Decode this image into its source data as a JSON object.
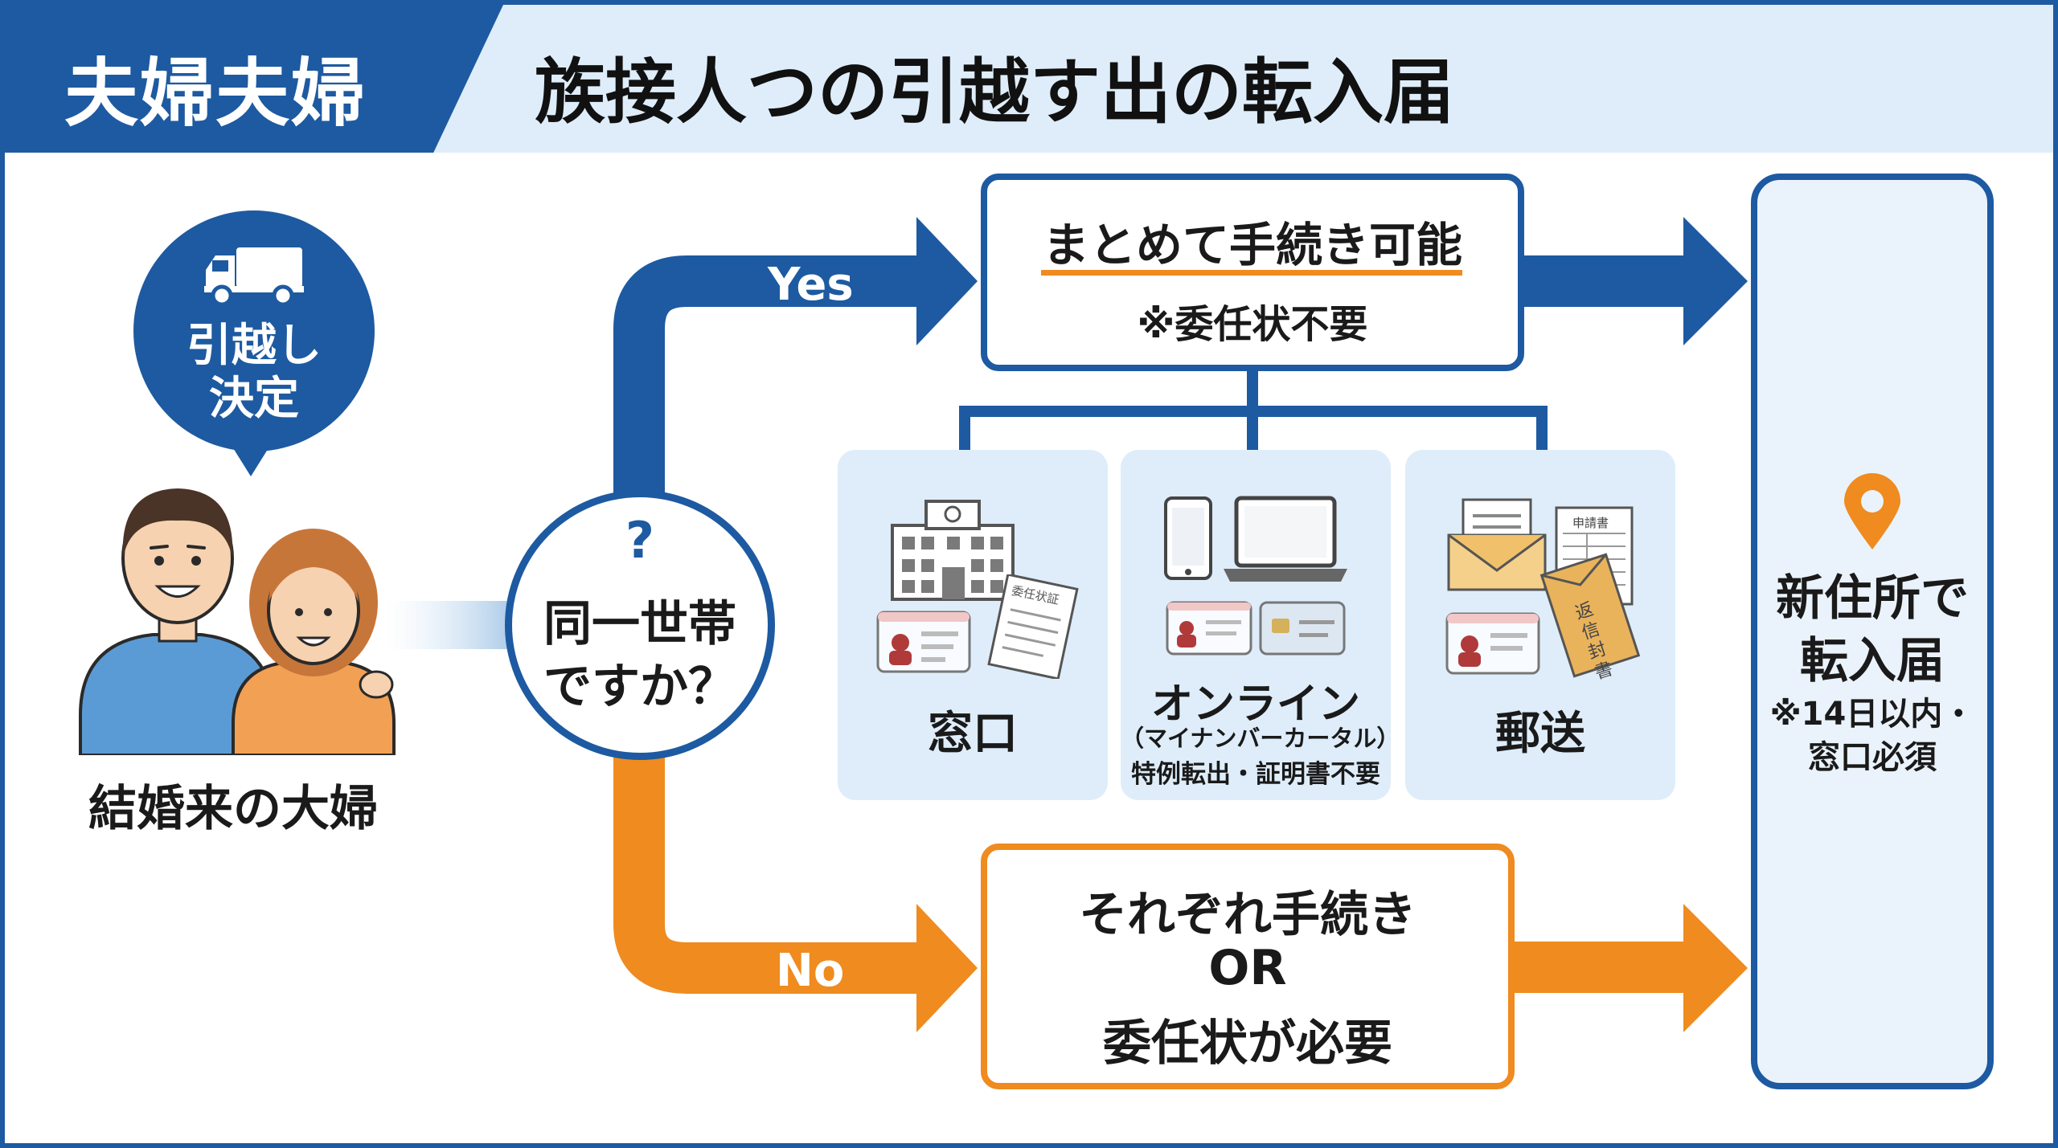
{
  "header": {
    "badge_text": "夫婦夫婦",
    "title": "族接人つの引越す出の転入届"
  },
  "speech": {
    "line1": "引越し",
    "line2": "決定"
  },
  "couple": {
    "label": "結婚来の大婦"
  },
  "question": {
    "mark": "?",
    "line1": "同一世帯",
    "line2": "ですか？"
  },
  "yes": {
    "label": "Yes",
    "box_title": "まとめて手続き可能",
    "box_note": "※委任状不要"
  },
  "options": [
    {
      "label": "窓口",
      "doc_text": "委任状",
      "doc_text2": "証"
    },
    {
      "label": "オンライン",
      "sub1": "（マイナンバーカータル）",
      "sub2": "特例転出・証明書不要"
    },
    {
      "label": "郵送",
      "form_text": "申請書",
      "envelope_text": "返信封書"
    }
  ],
  "no": {
    "label": "No",
    "line1": "それぞれ手続き",
    "line2": "OR",
    "line3": "委任状が必要"
  },
  "final": {
    "line1": "新住所で",
    "line2": "転入届",
    "note1": "※14日以内・",
    "note2": "窓口必須"
  },
  "colors": {
    "primary_blue": "#1d5aa1",
    "accent_orange": "#ef8b1f",
    "light_blue": "#deedf9"
  }
}
